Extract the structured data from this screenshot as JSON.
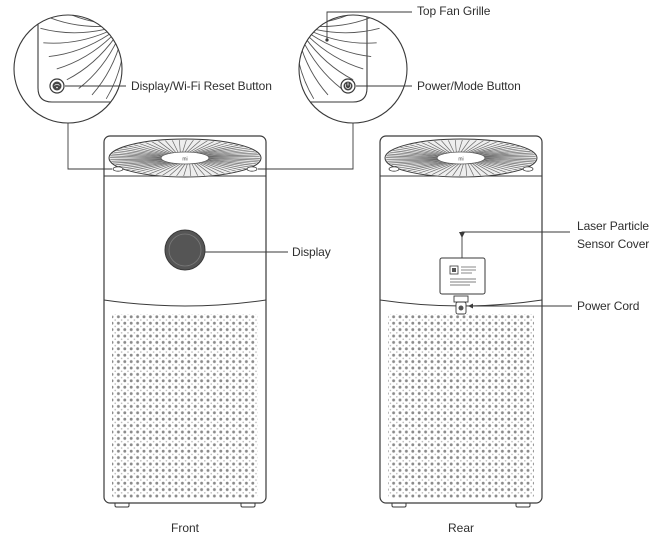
{
  "diagram": {
    "labels": {
      "top_fan_grille": "Top Fan Grille",
      "display_wifi_reset_button": "Display/Wi-Fi Reset Button",
      "power_mode_button": "Power/Mode Button",
      "display": "Display",
      "laser_particle_line1": "Laser Particle",
      "laser_particle_line2": "Sensor Cover",
      "power_cord": "Power Cord"
    },
    "views": {
      "front": "Front",
      "rear": "Rear"
    },
    "colors": {
      "line": "#3a3a3a",
      "display_disc": "#555555",
      "grille_bg": "#eeeeee",
      "label_text": "#2f2f2f"
    },
    "icons": [
      "power-icon",
      "wifi-icon"
    ]
  }
}
